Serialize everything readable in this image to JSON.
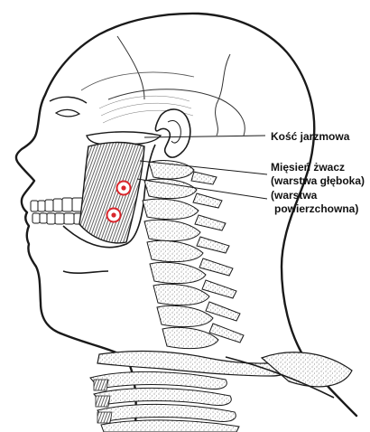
{
  "labels": {
    "zygomatic_bone": "Kość jarzmowa",
    "masseter_line1": "Mięsień żwacz",
    "masseter_line2": "(warstwa głęboka)",
    "masseter_line3": "(warstwa",
    "masseter_line4": "powierzchowna)"
  },
  "colors": {
    "ink": "#1a1a1a",
    "trigger_point": "#d9262c",
    "stipple": "#6b6b6b",
    "background": "#ffffff"
  }
}
